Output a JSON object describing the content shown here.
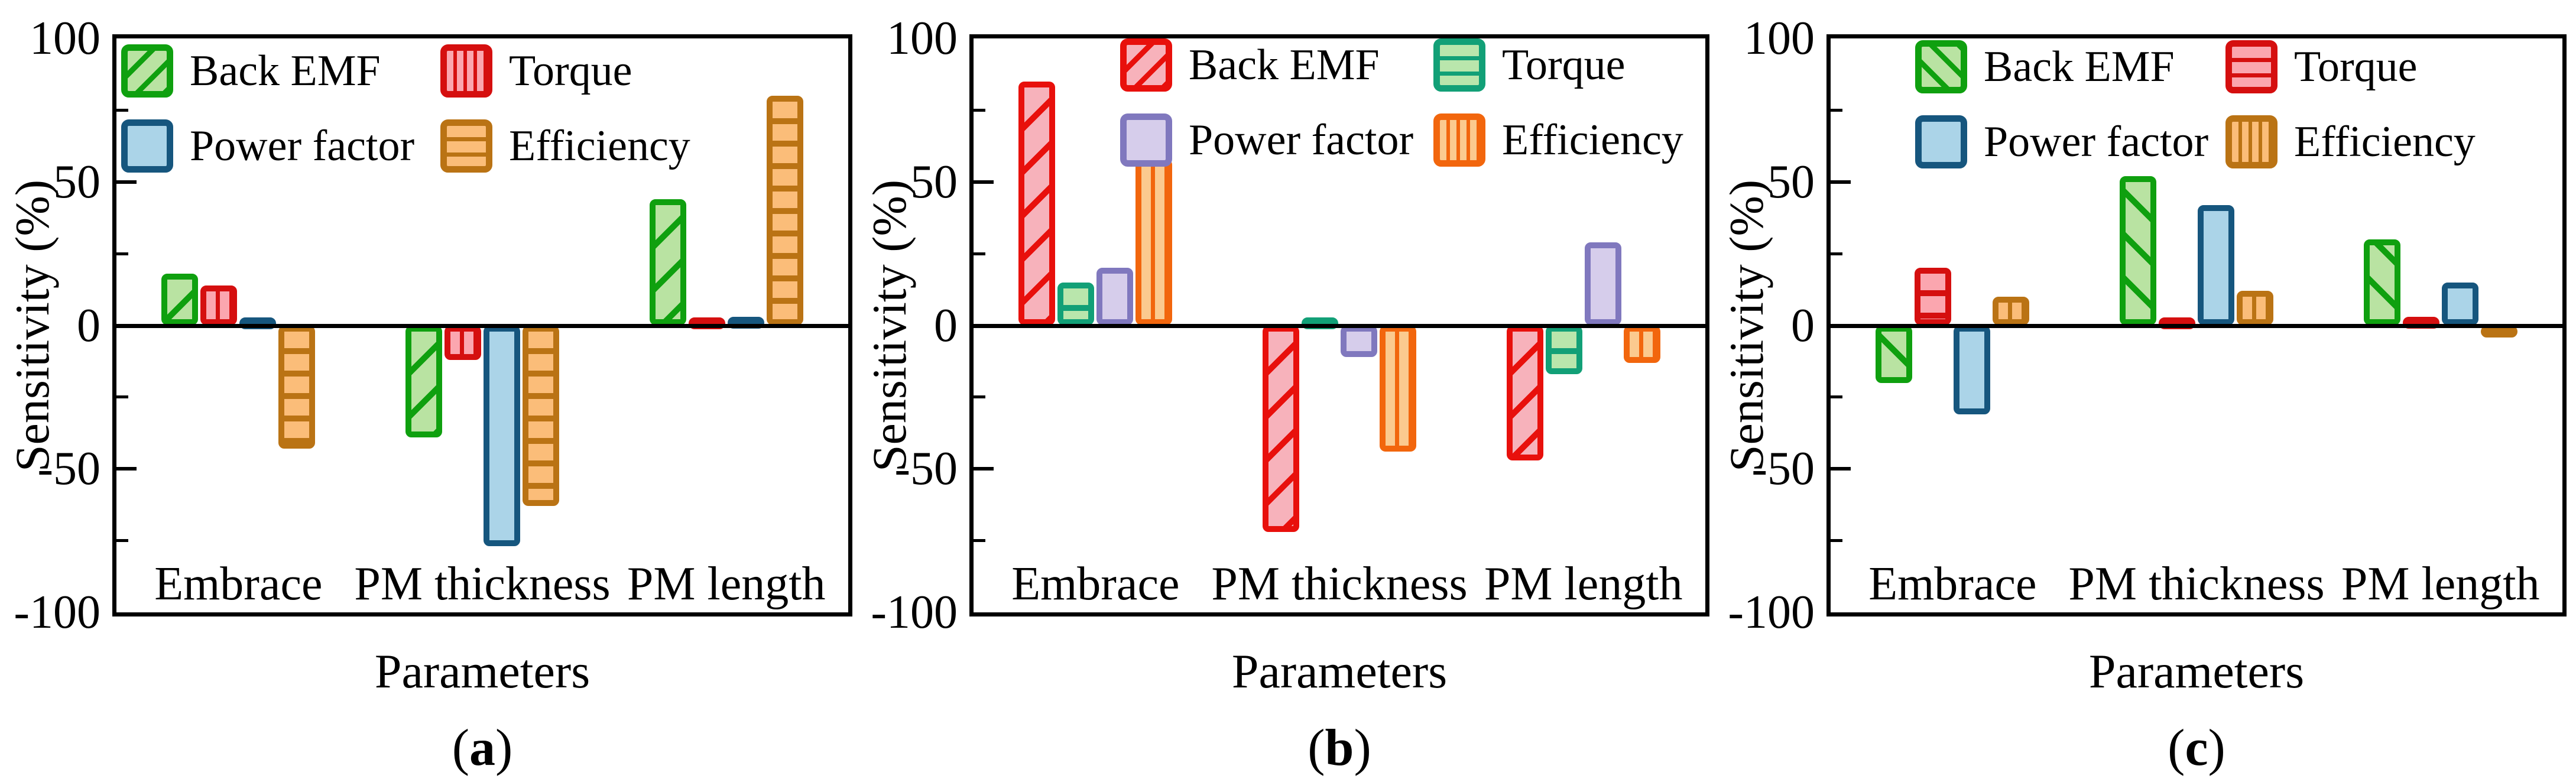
{
  "series_labels": [
    "Back EMF",
    "Torque",
    "Power factor",
    "Efficiency"
  ],
  "chart_data": [
    {
      "id": "a",
      "type": "bar",
      "caption_open": "(",
      "caption_letter": "a",
      "caption_close": ")",
      "xlabel": "Parameters",
      "ylabel": "Sensitivity (%)",
      "ylim": [
        -100,
        100
      ],
      "grid": false,
      "legend_position": "top-left-inside",
      "y_tick_values": [
        100,
        50,
        0,
        -50,
        -100
      ],
      "y_tick_labels": [
        "100",
        "50",
        "0",
        "-50",
        "-100"
      ],
      "y_minor_ticks": [
        75,
        25,
        -25,
        -75
      ],
      "categories": [
        "Embrace",
        "PM thickness",
        "PM length"
      ],
      "series": [
        {
          "name": "Back EMF",
          "values": [
            18,
            -39,
            44
          ],
          "style": {
            "edge": "#0FA00F",
            "fill": "#B9E3A2",
            "hatch": "diag-forward",
            "hatch_color": "#0FA00F"
          }
        },
        {
          "name": "Torque",
          "values": [
            14,
            -12,
            2
          ],
          "style": {
            "edge": "#D50F0F",
            "fill": "#FBA6AF",
            "hatch": "vertical",
            "hatch_color": "#D50F0F"
          }
        },
        {
          "name": "Power factor",
          "values": [
            2,
            -77,
            3
          ],
          "style": {
            "edge": "#16567E",
            "fill": "#ABD4E8",
            "hatch": "none",
            "hatch_color": "#ABD4E8"
          }
        },
        {
          "name": "Efficiency",
          "values": [
            -43,
            -63,
            80
          ],
          "style": {
            "edge": "#BA7314",
            "fill": "#FBBD79",
            "hatch": "horizontal",
            "hatch_color": "#BA7314"
          }
        }
      ]
    },
    {
      "id": "b",
      "type": "bar",
      "caption_open": "(",
      "caption_letter": "b",
      "caption_close": ")",
      "xlabel": "Parameters",
      "ylabel": "Sensitivity (%)",
      "ylim": [
        -100,
        100
      ],
      "grid": false,
      "legend_position": "top-center-inside",
      "y_tick_values": [
        100,
        50,
        0,
        -50,
        -100
      ],
      "y_tick_labels": [
        "100",
        "50",
        "0",
        "-50",
        "-100"
      ],
      "y_minor_ticks": [
        75,
        25,
        -25,
        -75
      ],
      "categories": [
        "Embrace",
        "PM thickness",
        "PM length"
      ],
      "series": [
        {
          "name": "Back EMF",
          "values": [
            85,
            -72,
            -47
          ],
          "style": {
            "edge": "#E8100C",
            "fill": "#F7B2BB",
            "hatch": "diag-forward",
            "hatch_color": "#E8100C"
          }
        },
        {
          "name": "Torque",
          "values": [
            15,
            2,
            -17
          ],
          "style": {
            "edge": "#12A077",
            "fill": "#B9E6AC",
            "hatch": "horizontal",
            "hatch_color": "#12A077"
          }
        },
        {
          "name": "Power factor",
          "values": [
            20,
            -11,
            29
          ],
          "style": {
            "edge": "#8078BE",
            "fill": "#D6CDEB",
            "hatch": "none",
            "hatch_color": "#D6CDEB"
          }
        },
        {
          "name": "Efficiency",
          "values": [
            58,
            -44,
            -13
          ],
          "style": {
            "edge": "#F2660D",
            "fill": "#FBCA8F",
            "hatch": "vertical",
            "hatch_color": "#F2660D"
          }
        }
      ]
    },
    {
      "id": "c",
      "type": "bar",
      "caption_open": "(",
      "caption_letter": "c",
      "caption_close": ")",
      "xlabel": "Parameters",
      "ylabel": "Sensitivity (%)",
      "ylim": [
        -100,
        100
      ],
      "grid": false,
      "legend_position": "top-center-inside",
      "y_tick_values": [
        100,
        50,
        0,
        -50,
        -100
      ],
      "y_tick_labels": [
        "100",
        "50",
        "0",
        "-50",
        "-100"
      ],
      "y_minor_ticks": [
        75,
        25,
        -25,
        -75
      ],
      "categories": [
        "Embrace",
        "PM thickness",
        "PM length"
      ],
      "series": [
        {
          "name": "Back EMF",
          "values": [
            -20,
            52,
            30
          ],
          "style": {
            "edge": "#0FA00F",
            "fill": "#B9E3A2",
            "hatch": "diag-back",
            "hatch_color": "#0FA00F"
          }
        },
        {
          "name": "Torque",
          "values": [
            20,
            2,
            3
          ],
          "style": {
            "edge": "#D50F0F",
            "fill": "#FBA6AF",
            "hatch": "horizontal",
            "hatch_color": "#D50F0F"
          }
        },
        {
          "name": "Power factor",
          "values": [
            -31,
            42,
            15
          ],
          "style": {
            "edge": "#16567E",
            "fill": "#ABD4E8",
            "hatch": "none",
            "hatch_color": "#ABD4E8"
          }
        },
        {
          "name": "Efficiency",
          "values": [
            10,
            12,
            -3
          ],
          "style": {
            "edge": "#BA7314",
            "fill": "#FBBD79",
            "hatch": "vertical",
            "hatch_color": "#BA7314"
          }
        }
      ]
    }
  ]
}
